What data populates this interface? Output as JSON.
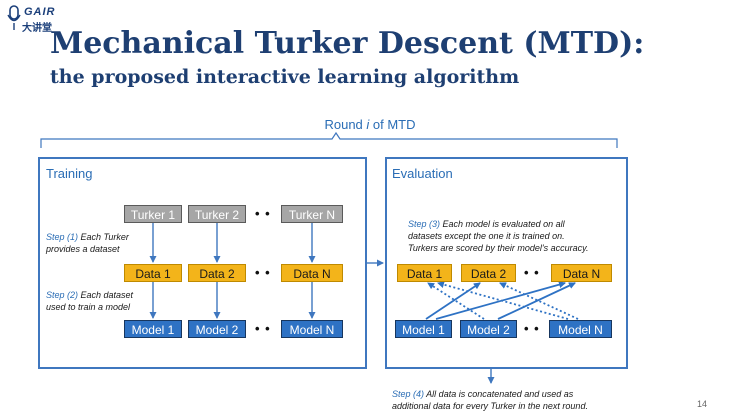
{
  "logo": {
    "text_en": "GAIR",
    "text_cn": "大讲堂"
  },
  "title": "Mechanical Turker Descent (MTD):",
  "subtitle": "the proposed interactive learning algorithm",
  "round": {
    "prefix": "Round ",
    "var": "i",
    "suffix": " of MTD"
  },
  "training": {
    "title": "Training",
    "turkers": [
      "Turker 1",
      "Turker 2",
      "Turker N"
    ],
    "data": [
      "Data 1",
      "Data 2",
      "Data N"
    ],
    "models": [
      "Model 1",
      "Model 2",
      "Model N"
    ],
    "step1": {
      "label": "Step (1)",
      "text_a": " Each Turker",
      "text_b": "provides a dataset"
    },
    "step2": {
      "label": "Step (2)",
      "text_a": " Each dataset",
      "text_b": "used to train a model"
    }
  },
  "evaluation": {
    "title": "Evaluation",
    "data": [
      "Data 1",
      "Data 2",
      "Data N"
    ],
    "models": [
      "Model 1",
      "Model 2",
      "Model N"
    ],
    "step3": {
      "label": "Step (3)",
      "text_a": " Each model is evaluated on all",
      "text_b": "datasets except the one it is trained on.",
      "text_c": "Turkers are scored by their model's accuracy."
    }
  },
  "step4": {
    "label": "Step (4)",
    "text_a": " All data is concatenated and used as",
    "text_b": "additional data for every Turker in the next round."
  },
  "dots": "• •",
  "page_number": "14",
  "colors": {
    "accent": "#3f77bf",
    "title": "#1e3f72",
    "turker": "#a6a6a6",
    "data": "#f3b41a",
    "model": "#2e72c4"
  }
}
